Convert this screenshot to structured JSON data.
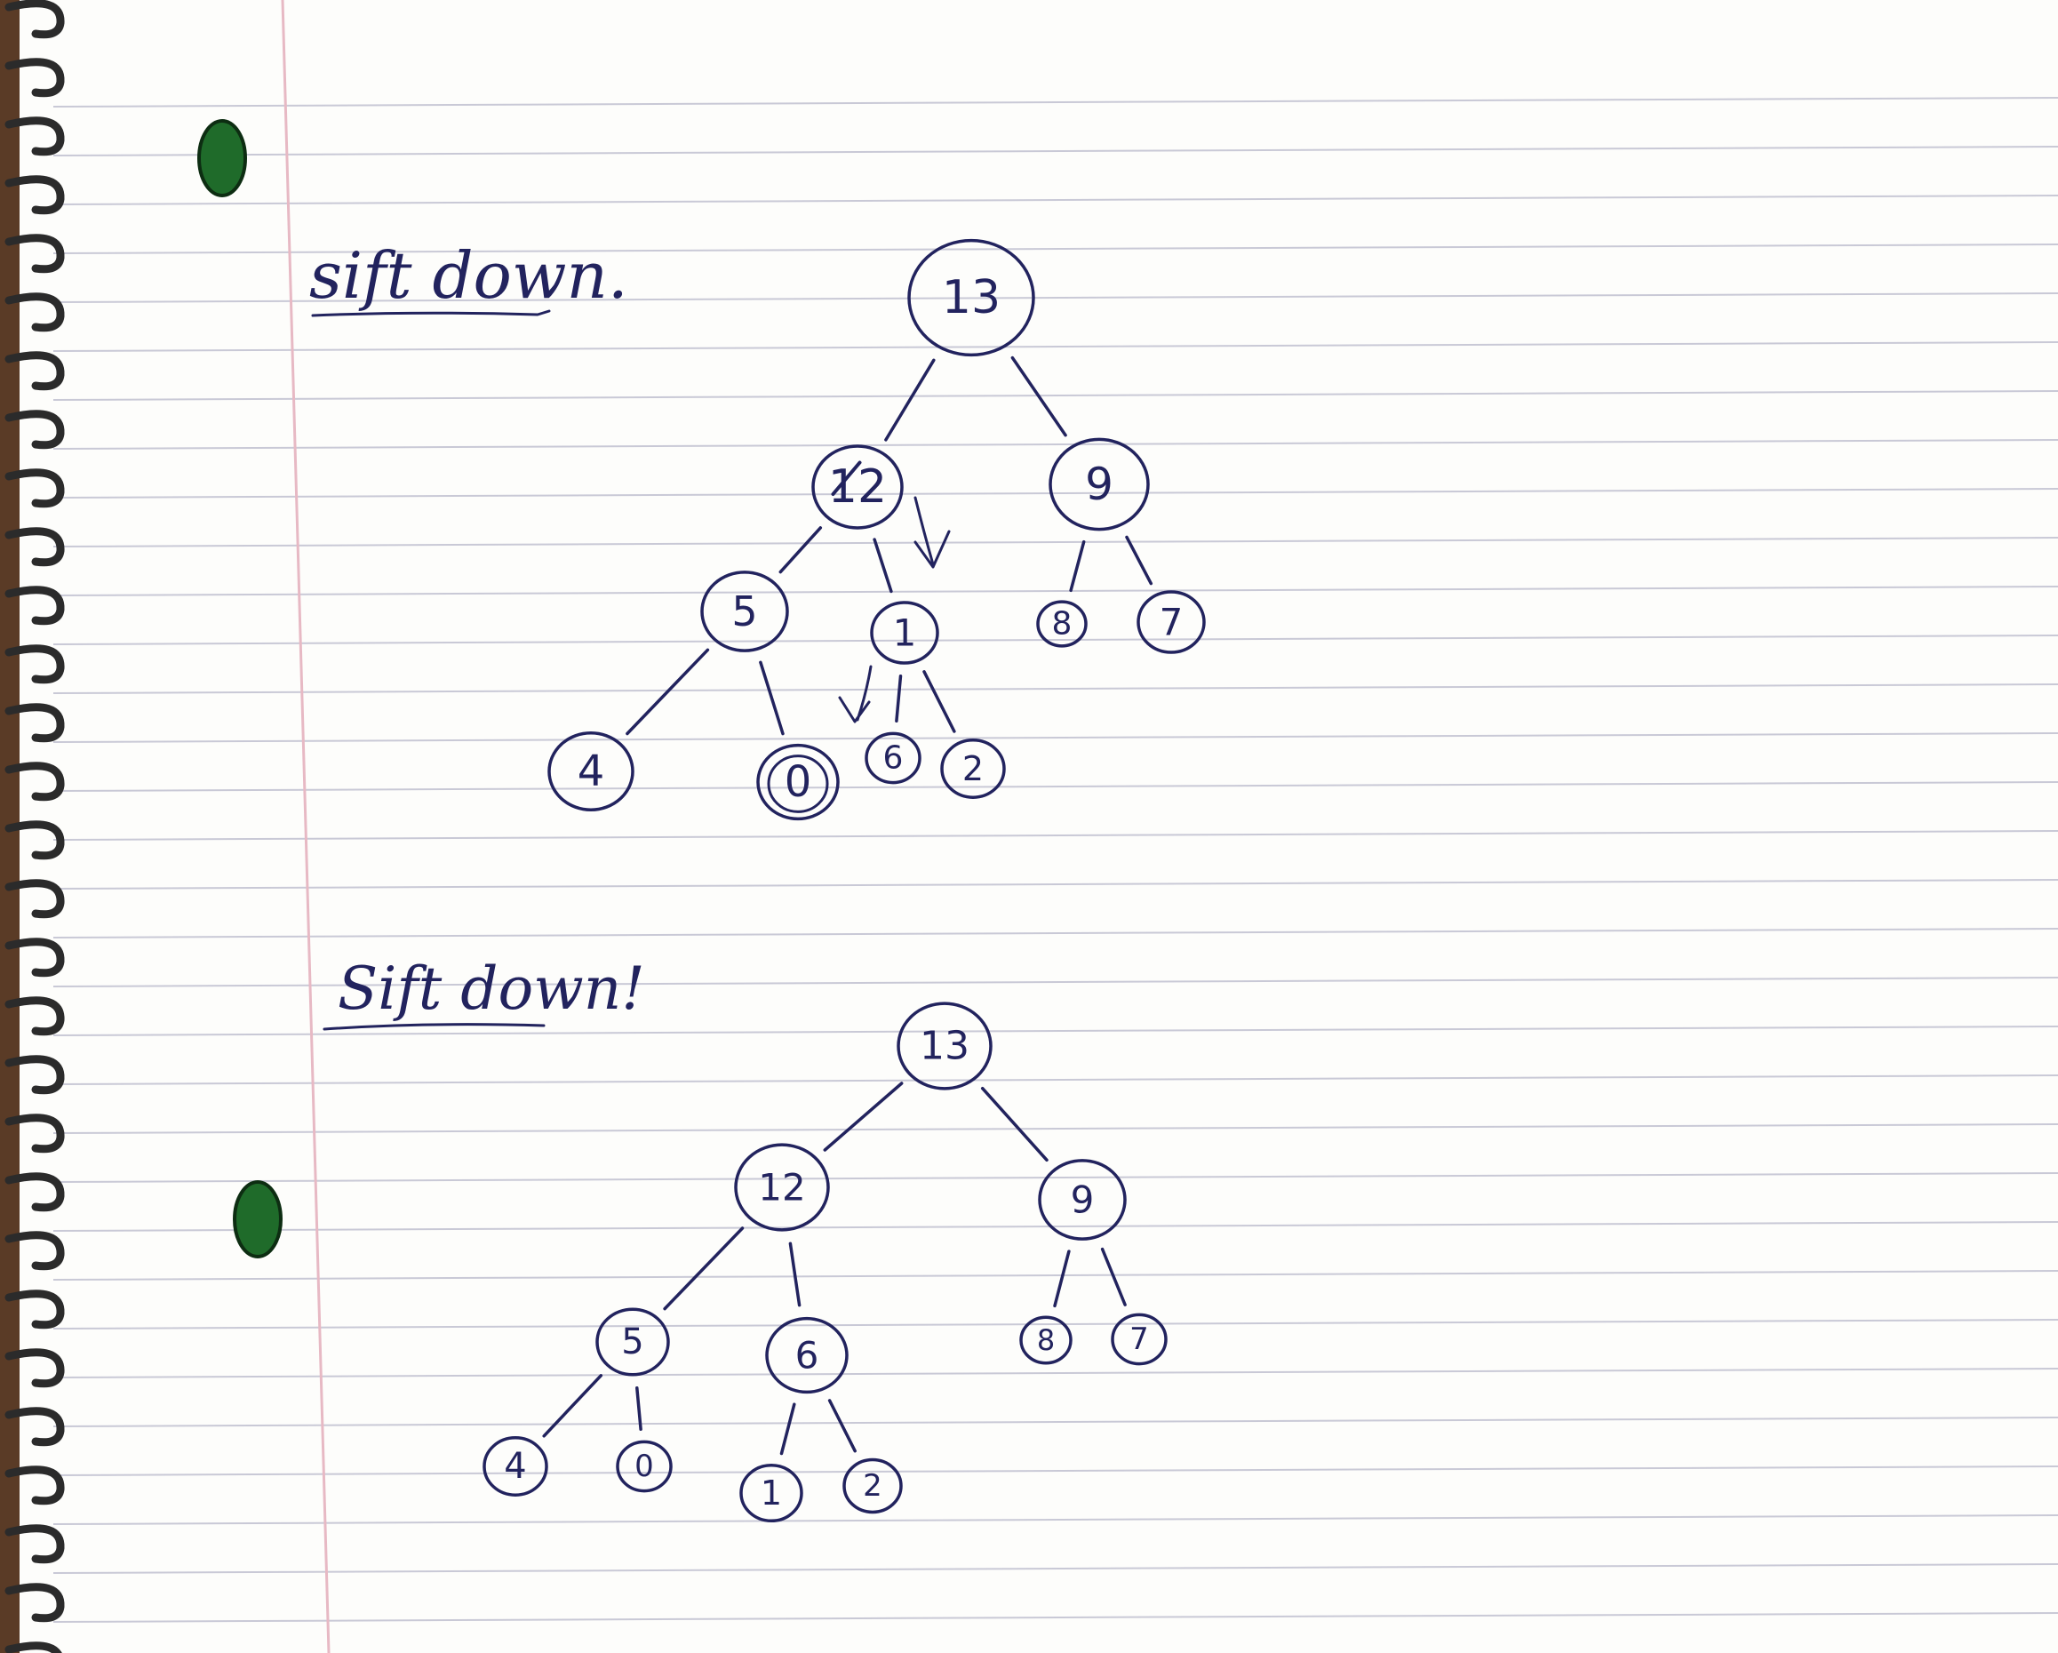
{
  "colors": {
    "paper": "#fdfdfb",
    "rule_line": "#c9c9d6",
    "margin_line": "#e7b9c4",
    "ink": "#22235e",
    "spiral_wire": "#2b2b2b",
    "spine": "#5a3b26",
    "hole_fill": "#1f6b2a"
  },
  "diagrams": [
    {
      "heading": "sift down.",
      "nodes": [
        {
          "label": "13"
        },
        {
          "label": "12",
          "struck": true
        },
        {
          "label": "9"
        },
        {
          "label": "5"
        },
        {
          "label": "1"
        },
        {
          "label": "8"
        },
        {
          "label": "7"
        },
        {
          "label": "4"
        },
        {
          "label": "0",
          "double_circled": true
        },
        {
          "label": "6"
        },
        {
          "label": "2"
        }
      ],
      "swap_arrows": 2
    },
    {
      "heading": "Sift down!",
      "nodes": [
        {
          "label": "13"
        },
        {
          "label": "12"
        },
        {
          "label": "9"
        },
        {
          "label": "5"
        },
        {
          "label": "6"
        },
        {
          "label": "8"
        },
        {
          "label": "7"
        },
        {
          "label": "4"
        },
        {
          "label": "0"
        },
        {
          "label": "1"
        },
        {
          "label": "2"
        }
      ],
      "swap_arrows": 0
    }
  ]
}
